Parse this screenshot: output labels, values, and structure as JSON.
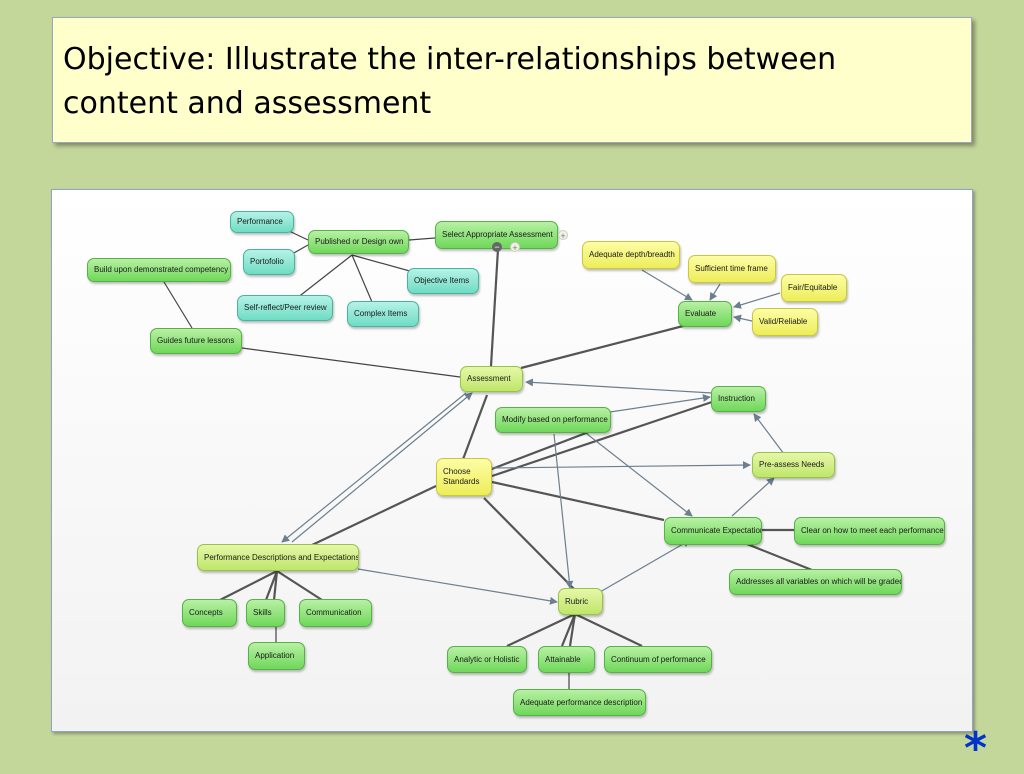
{
  "slide": {
    "title": "Objective: Illustrate the inter-relationships between content and assessment",
    "footer_symbol": "*"
  },
  "nodes": {
    "performance": "Performance",
    "published": "Published or Design own",
    "select": "Select Appropriate Assessment",
    "build": "Build upon demonstrated competency",
    "portofolio": "Portofolio",
    "self_reflect": "Self-reflect/Peer review",
    "complex": "Complex Items",
    "objective": "Objective Items",
    "adequate_depth": "Adequate depth/breadth",
    "sufficient_time": "Sufficient time frame",
    "fair": "Fair/Equitable",
    "evaluate": "Evaluate",
    "valid": "Valid/Reliable",
    "guides": "Guides future lessons",
    "assessment": "Assessment",
    "instruction": "Instruction",
    "modify": "Modify based on performance",
    "choose": "Choose Standards",
    "pre_assess": "Pre-assess Needs",
    "communicate": "Communicate Expectations",
    "clear": "Clear on how to meet each performance",
    "addresses": "Addresses all variables on which will be graded",
    "perf_desc": "Performance Descriptions and Expectations",
    "concepts": "Concepts",
    "skills": "Skills",
    "communication": "Communication",
    "application": "Application",
    "rubric": "Rubric",
    "analytic": "Analytic or Holistic",
    "attainable": "Attainable",
    "continuum": "Continuum of performance",
    "adequate_perf": "Adequate performance description"
  },
  "controls": {
    "collapse": "−",
    "expand": "+"
  }
}
